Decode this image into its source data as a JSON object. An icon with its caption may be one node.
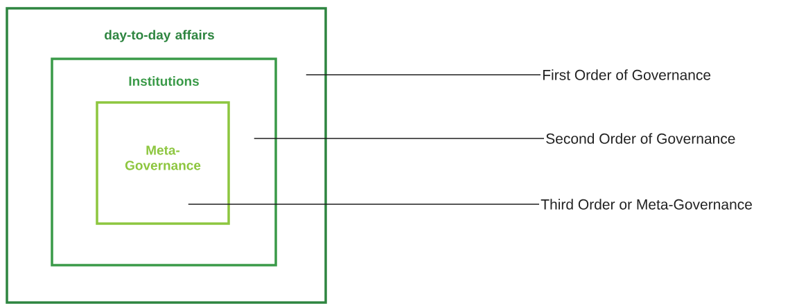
{
  "diagram": {
    "nodes": [
      {
        "text": [
          "day-to-day affairs"
        ]
      },
      {
        "text": [
          "Institutions"
        ],
        "in": 0
      },
      {
        "text": [
          "Meta-Governance"
        ],
        "in": 1
      },
      {
        "text": [
          "First Order of Governance"
        ]
      },
      {
        "text": [
          "Second Order of Governance"
        ]
      },
      {
        "text": [
          "Third Order or Meta-Governance"
        ]
      }
    ],
    "edges": [
      {
        "from": 3,
        "to": 0,
        "arrow": "none"
      },
      {
        "from": 4,
        "to": 1,
        "arrow": "none"
      },
      {
        "from": 5,
        "to": 2,
        "arrow": "none"
      }
    ]
  }
}
